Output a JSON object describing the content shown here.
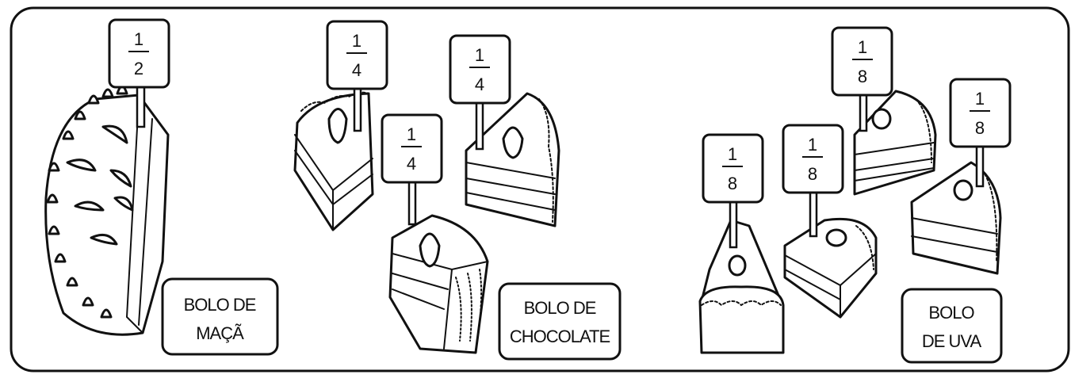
{
  "cakes": [
    {
      "label_lines": [
        "BOLO DE",
        "MAÇÃ"
      ],
      "flags": [
        {
          "num": "1",
          "den": "2"
        }
      ]
    },
    {
      "label_lines": [
        "BOLO DE",
        "CHOCOLATE"
      ],
      "flags": [
        {
          "num": "1",
          "den": "4"
        },
        {
          "num": "1",
          "den": "4"
        },
        {
          "num": "1",
          "den": "4"
        }
      ]
    },
    {
      "label_lines": [
        "BOLO",
        "DE UVA"
      ],
      "flags": [
        {
          "num": "1",
          "den": "8"
        },
        {
          "num": "1",
          "den": "8"
        },
        {
          "num": "1",
          "den": "8"
        },
        {
          "num": "1",
          "den": "8"
        }
      ]
    }
  ]
}
